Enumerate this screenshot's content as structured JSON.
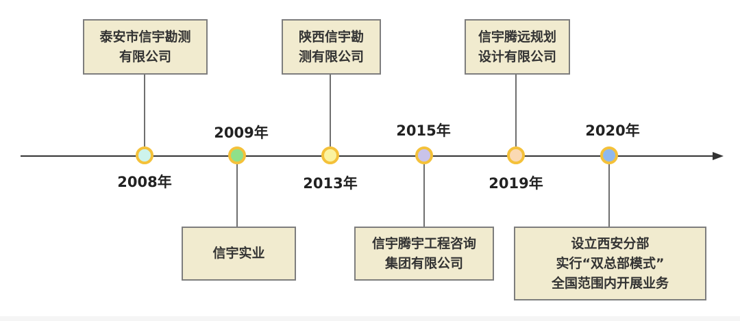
{
  "colors": {
    "box_fill": "#f1ebcf",
    "box_border": "#7d7d7d",
    "dot_ring": "#f4c13a",
    "axis": "#333333"
  },
  "milestones": [
    {
      "year": "2008年",
      "company": "泰安市信宇勘测\n有限公司",
      "dot_color": "#cdf3ec"
    },
    {
      "year": "2009年",
      "company": "信宇实业",
      "dot_color": "#8fe08a"
    },
    {
      "year": "2013年",
      "company": "陕西信宇勘\n测有限公司",
      "dot_color": "#fbf3a0"
    },
    {
      "year": "2015年",
      "company": "信宇腾宇工程咨询\n集团有限公司",
      "dot_color": "#c9c3ea"
    },
    {
      "year": "2019年",
      "company": "信宇腾远规划\n设计有限公司",
      "dot_color": "#fad9b3"
    },
    {
      "year": "2020年",
      "company": "设立西安分部\n实行“双总部模式”\n全国范围内开展业务",
      "dot_color": "#8fb8ee"
    }
  ]
}
